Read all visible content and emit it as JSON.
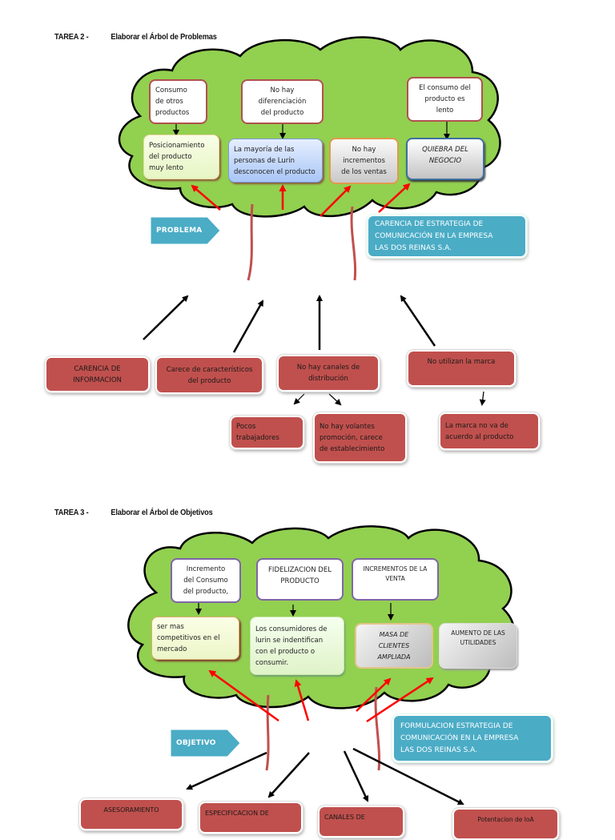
{
  "colors": {
    "cloud_fill": "#92d050",
    "trunk": "#c0504d",
    "red_arrow": "#ff0000",
    "cause_box": "#c0504d",
    "tag_teal": "#4bacc6"
  },
  "task2": {
    "label": "TAREA 2 -",
    "title": "Elaborar el Árbol de Problemas",
    "top_boxes": [
      "Consumo\nde  otros\nproductos",
      "No hay\ndiferenciación\ndel producto",
      "El consumo del\nproducto es\nlento"
    ],
    "effect_boxes": [
      "Posicionamiento\ndel producto\nmuy lento",
      "La mayoría de las\npersonas de Lurín\ndesconocen el producto",
      "No hay\nincrementos\nde los ventas",
      "QUIEBRA DEL\nNEGOCIO"
    ],
    "tag": "PROBLEMA",
    "central": "CARENCIA DE ESTRATEGIA DE\nCOMUNICACIÓN  EN LA EMPRESA\nLAS DOS REINAS S.A.",
    "causes": [
      "CARENCIA DE\nINFORMACION",
      "Carece de  característicos\ndel producto",
      "No hay  canales de\ndistribución",
      "No utilizan la marca"
    ],
    "sub_causes": [
      "Pocos\ntrabajadores",
      "No hay volantes\npromoción, carece\nde establecimiento",
      "La marca no va de\nacuerdo al producto"
    ]
  },
  "task3": {
    "label": "TAREA 3 -",
    "title": "Elaborar el Árbol de Objetivos",
    "top_boxes": [
      "Incremento\ndel Consumo\ndel producto,",
      "FIDELIZACION DEL\nPRODUCTO",
      "INCREMENTOS DE LA\nVENTA"
    ],
    "effect_boxes": [
      "ser mas\ncompetitivos en el\nmercado",
      "Los consumidores de\nlurin se indentifican\ncon el producto o\nconsumir.",
      "MASA DE\nCLIENTES\nAMPLIADA",
      "AUMENTO DE LAS\nUTILIDADES"
    ],
    "tag": "OBJETIVO",
    "central": "FORMULACION  ESTRATEGIA DE\nCOMUNICACIÓN  EN LA EMPRESA\nLAS DOS REINAS S.A.",
    "means": [
      "ASESORAMIENTO",
      "ESPECIFICACION DE",
      "CANALES DE",
      "Potentacion de loA"
    ]
  }
}
